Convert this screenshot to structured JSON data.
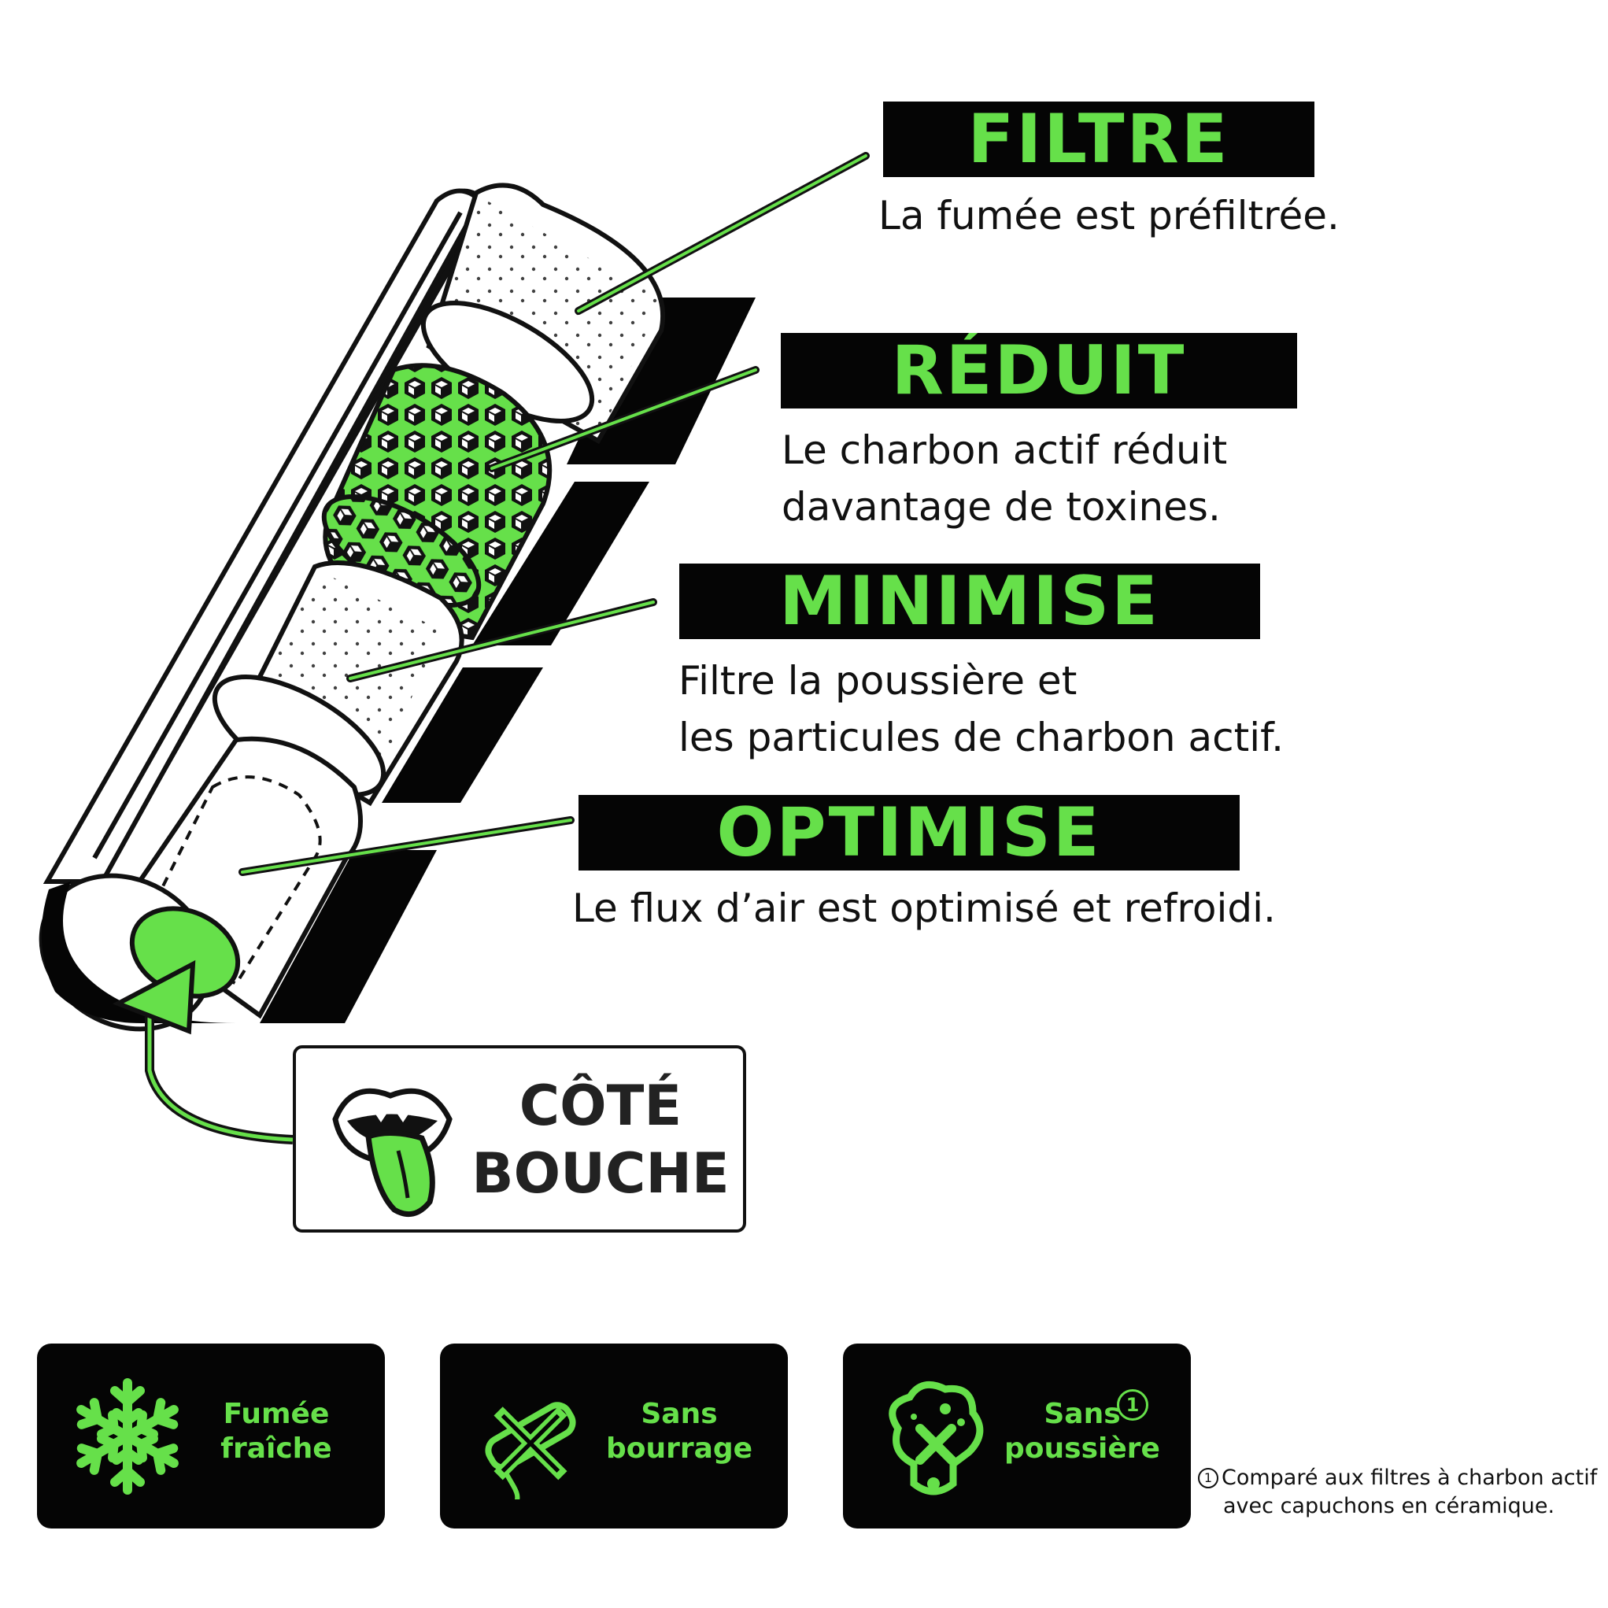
{
  "colors": {
    "accent": "#66e04a",
    "dark": "#050505",
    "text": "#111111"
  },
  "sections": [
    {
      "heading": "FILTRE",
      "description": [
        "La fumée est préfiltrée."
      ]
    },
    {
      "heading": "RÉDUIT",
      "description": [
        "Le charbon actif réduit",
        "davantage de toxines."
      ]
    },
    {
      "heading": "MINIMISE",
      "description": [
        "Filtre la poussière et",
        "les particules de charbon actif."
      ]
    },
    {
      "heading": "OPTIMISE",
      "description": [
        "Le flux d’air est optimisé et refroidi."
      ]
    }
  ],
  "mouth_side": {
    "icon": "mouth-tongue-icon",
    "line1": "CÔTÉ",
    "line2": "BOUCHE"
  },
  "features": [
    {
      "icon": "snowflake-icon",
      "line1": "Fumée",
      "line2": "fraîche"
    },
    {
      "icon": "no-tamping-icon",
      "line1": "Sans",
      "line2": "bourrage"
    },
    {
      "icon": "no-dust-icon",
      "line1": "Sans",
      "line2": "poussière",
      "footnote_mark": "1"
    }
  ],
  "footnote": {
    "mark": "1",
    "line1": "Comparé aux filtres à charbon actif",
    "line2": "avec capuchons en céramique."
  }
}
